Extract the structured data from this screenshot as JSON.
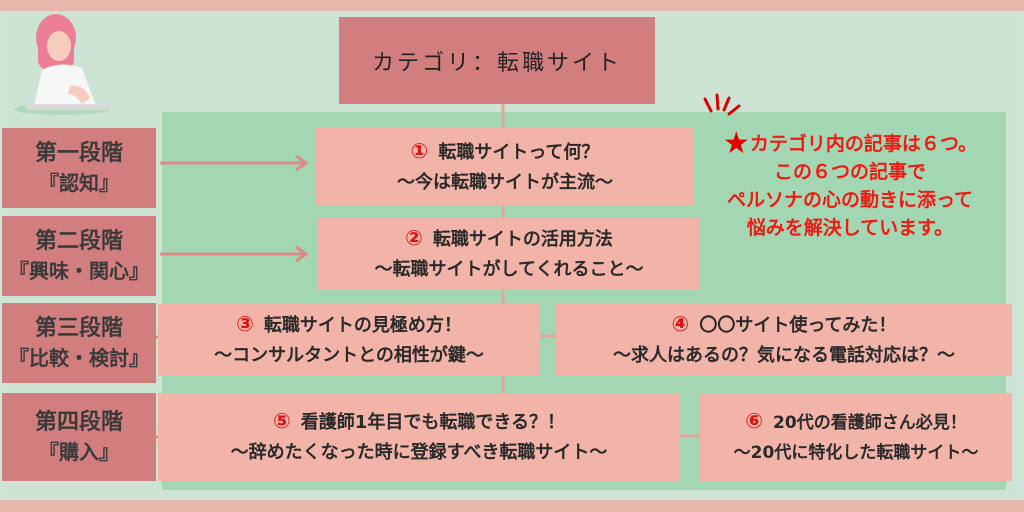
{
  "title": "カテゴリ：転職サイト",
  "stages": [
    {
      "title": "第一段階",
      "sub": "『認知』"
    },
    {
      "title": "第二段階",
      "sub": "『興味・関心』"
    },
    {
      "title": "第三段階",
      "sub": "『比較・検討』"
    },
    {
      "title": "第四段階",
      "sub": "『購入』"
    }
  ],
  "articles": [
    {
      "num": "①",
      "line1": "転職サイトって何？",
      "line2": "～今は転職サイトが主流～"
    },
    {
      "num": "②",
      "line1": "転職サイトの活用方法",
      "line2": "～転職サイトがしてくれること～"
    },
    {
      "num": "③",
      "line1": "転職サイトの見極め方！",
      "line2": "～コンサルタントとの相性が鍵～"
    },
    {
      "num": "④",
      "line1": "〇〇サイト使ってみた！",
      "line2": "～求人はあるの？気になる電話対応は？～"
    },
    {
      "num": "⑤",
      "line1": "看護師1年目でも転職できる？！",
      "line2": "～辞めたくなった時に登録すべき転職サイト～"
    },
    {
      "num": "⑥",
      "line1": "20代の看護師さん必見！",
      "line2": "～20代に特化した転職サイト～"
    }
  ],
  "note": {
    "star": "★",
    "line1": "カテゴリ内の記事は６つ。",
    "line2": "この６つの記事で",
    "line3": "ペルソナの心の動きに添って",
    "line4": "悩みを解決しています。"
  },
  "colors": {
    "stage_bg": "#d37e7e",
    "box_bg": "#f2b4a8",
    "accent_red": "#e01010",
    "panel_green": "#a3d7b4"
  }
}
